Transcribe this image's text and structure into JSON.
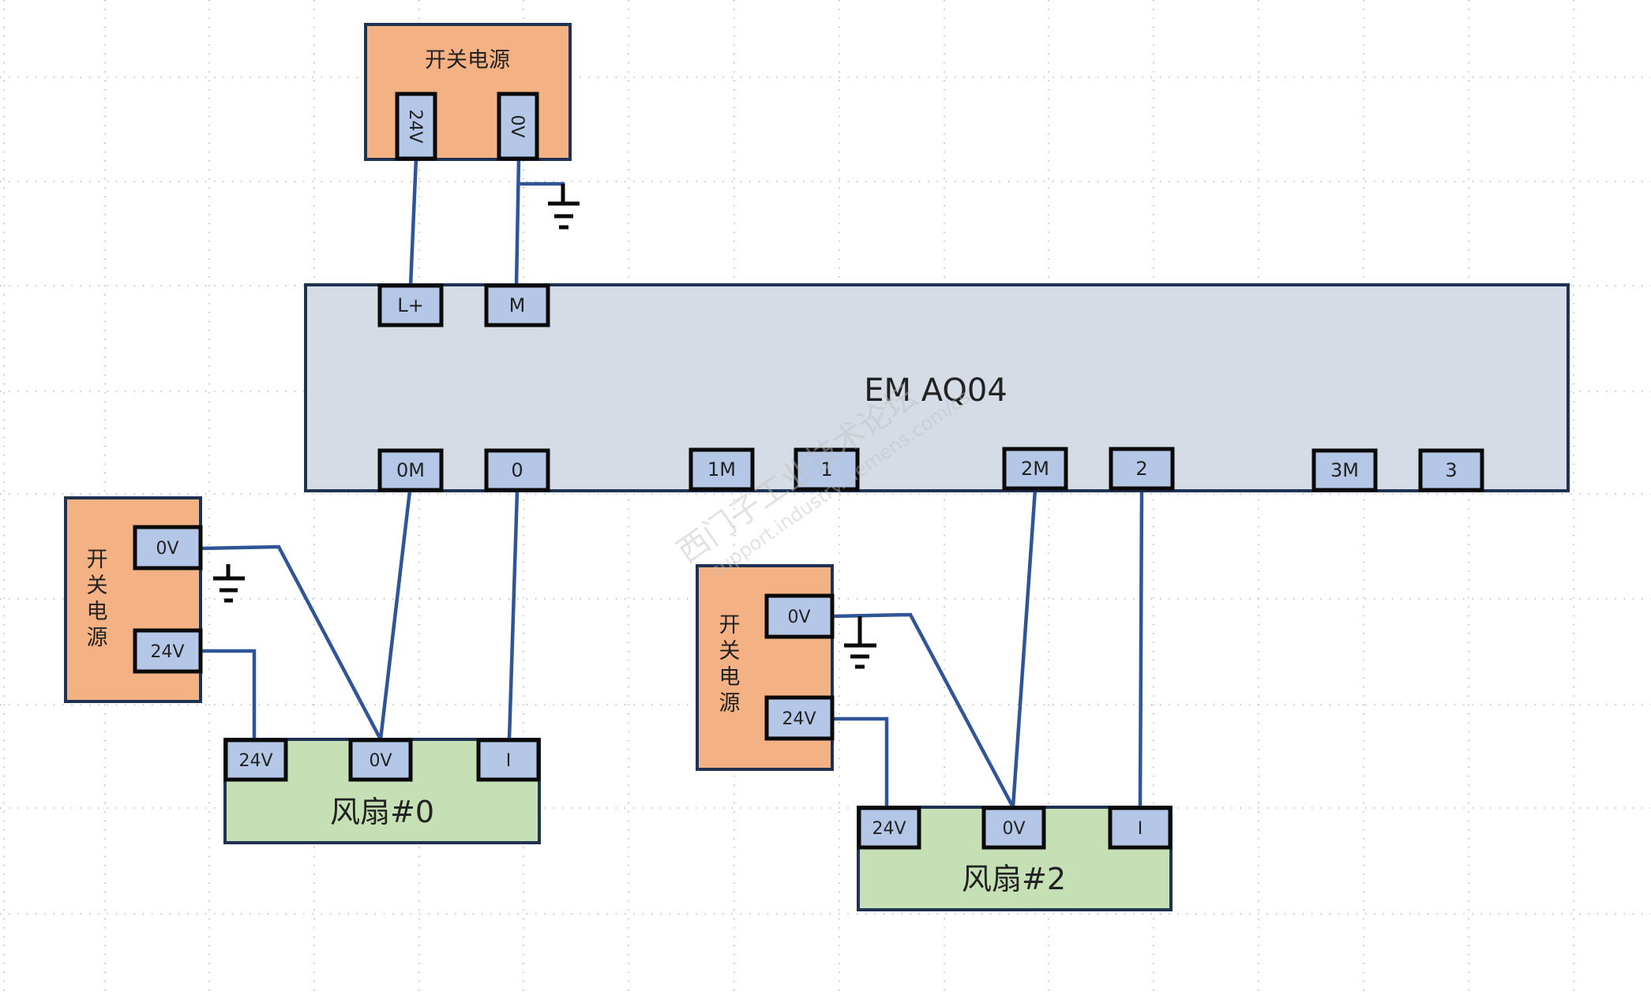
{
  "colors": {
    "psu_fill": "#f4b183",
    "module_fill": "#d6dce5",
    "terminal_fill": "#b4c7e7",
    "fan_fill": "#c5e0b4",
    "wire": "#2f5597",
    "border": "#1f3251"
  },
  "module": {
    "label": "EM AQ04",
    "top_terminals": [
      "L+",
      "M"
    ],
    "bottom_terminals": [
      "0M",
      "0",
      "1M",
      "1",
      "2M",
      "2",
      "3M",
      "3"
    ]
  },
  "psu_top": {
    "label": "开关电源",
    "terminals": [
      "24V",
      "0V"
    ]
  },
  "psu_left": {
    "label": "开关电源",
    "terminals": [
      "0V",
      "24V"
    ]
  },
  "psu_mid": {
    "label": "开关电源",
    "terminals": [
      "0V",
      "24V"
    ]
  },
  "fan0": {
    "label": "风扇#0",
    "terminals": [
      "24V",
      "0V",
      "I"
    ]
  },
  "fan2": {
    "label": "风扇#2",
    "terminals": [
      "24V",
      "0V",
      "I"
    ]
  },
  "watermark": {
    "line1": "西门子工业技术论坛",
    "line2": "support.industry.siemens.com/cs"
  }
}
